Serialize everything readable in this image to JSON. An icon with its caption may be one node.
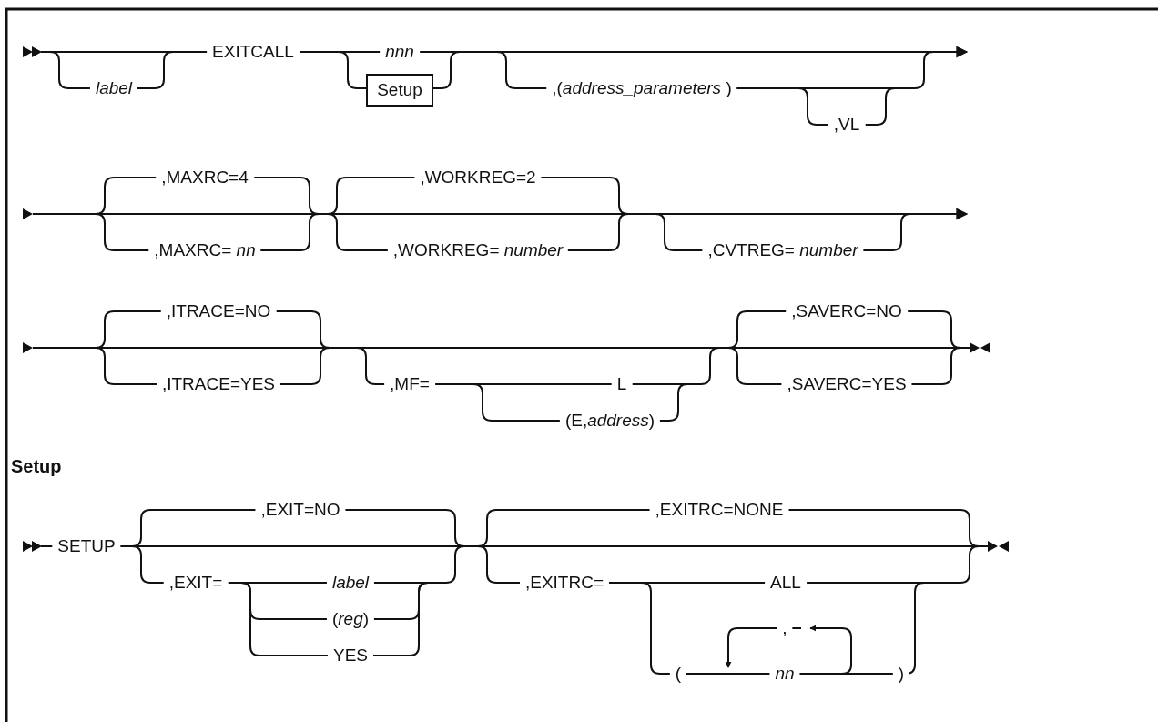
{
  "diagram": {
    "nodes": [
      {
        "text": [
          "Setup"
        ]
      }
    ],
    "labels": [
      "EXITCALL",
      "nnn",
      "label",
      ",(*address_parameters* )",
      ",VL",
      ",MAXRC=4",
      ",WORKREG=2",
      ",MAXRC= *nn*",
      ",WORKREG= *number*",
      ",CVTREG= *number*",
      ",ITRACE=NO",
      ",SAVERC=NO",
      ",ITRACE=YES",
      ",MF=",
      "L",
      ",SAVERC=YES",
      "(E,*address*)",
      "Setup",
      "SETUP",
      ",EXIT=NO",
      ",EXITRC=NONE",
      ",EXIT=",
      "label",
      ",EXITRC=",
      "ALL",
      "(*reg*)",
      ",",
      "YES",
      "(",
      "nn",
      ")"
    ]
  }
}
